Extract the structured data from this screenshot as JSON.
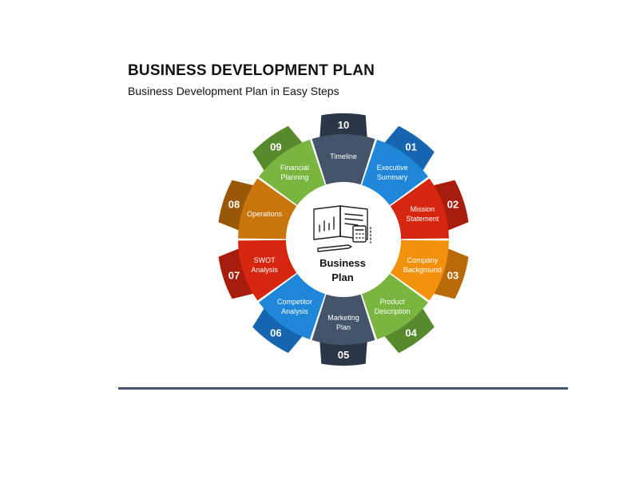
{
  "slide": {
    "title": "BUSINESS DEVELOPMENT PLAN",
    "subtitle": "Business Development Plan in Easy Steps"
  },
  "center": {
    "label_line1": "Business",
    "label_line2": "Plan",
    "icon": "business-plan-notebook-icon"
  },
  "steps": [
    {
      "number": "01",
      "label": [
        "Executive",
        "Summary"
      ],
      "color": "#1f86d8",
      "dark": "#1565b0"
    },
    {
      "number": "02",
      "label": [
        "Mission",
        "Statement"
      ],
      "color": "#d7260f",
      "dark": "#a81c0b"
    },
    {
      "number": "03",
      "label": [
        "Company",
        "Background"
      ],
      "color": "#f2910c",
      "dark": "#b86a08"
    },
    {
      "number": "04",
      "label": [
        "Product",
        "Description"
      ],
      "color": "#7ab540",
      "dark": "#578a2c"
    },
    {
      "number": "05",
      "label": [
        "Marketing",
        "Plan"
      ],
      "color": "#44546a",
      "dark": "#2b3646"
    },
    {
      "number": "06",
      "label": [
        "Competitor",
        "Analysis"
      ],
      "color": "#1f86d8",
      "dark": "#1565b0"
    },
    {
      "number": "07",
      "label": [
        "SWOT",
        "Analysis"
      ],
      "color": "#d7260f",
      "dark": "#a81c0b"
    },
    {
      "number": "08",
      "label": [
        "Operations"
      ],
      "color": "#c8750c",
      "dark": "#985807"
    },
    {
      "number": "09",
      "label": [
        "Financial",
        "Planning"
      ],
      "color": "#7ab540",
      "dark": "#578a2c"
    },
    {
      "number": "10",
      "label": [
        "Timeline"
      ],
      "color": "#44546a",
      "dark": "#2b3646"
    }
  ]
}
